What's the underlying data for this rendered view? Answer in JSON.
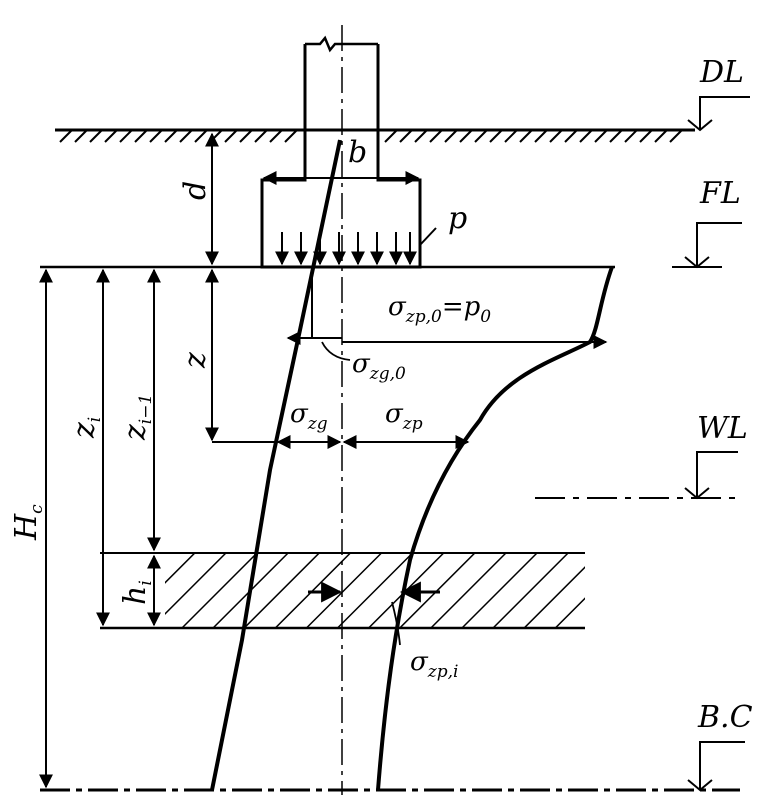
{
  "levels": {
    "dl": "DL",
    "fl": "FL",
    "wl": "WL",
    "bc": "B.C"
  },
  "dims": {
    "d": "d",
    "b": "b",
    "p": "p",
    "z": "z",
    "zi_main": "z",
    "zi_sub": "i",
    "zi1_main": "z",
    "zi1_sub": "i−1",
    "hc_main": "H",
    "hc_sub": "c",
    "hi_main": "h",
    "hi_sub": "i"
  },
  "stresses": {
    "zp0_main": "σ",
    "zp0_sub": "zp,0",
    "zp0_eq": "=",
    "p0_main": "p",
    "p0_sub": "0",
    "zg0_main": "σ",
    "zg0_sub": "zg,0",
    "zg_main": "σ",
    "zg_sub": "zg",
    "zp_main": "σ",
    "zp_sub": "zp",
    "zpi_main": "σ",
    "zpi_sub": "zp,i"
  },
  "colors": {
    "ink": "#000000",
    "paper": "#ffffff"
  }
}
